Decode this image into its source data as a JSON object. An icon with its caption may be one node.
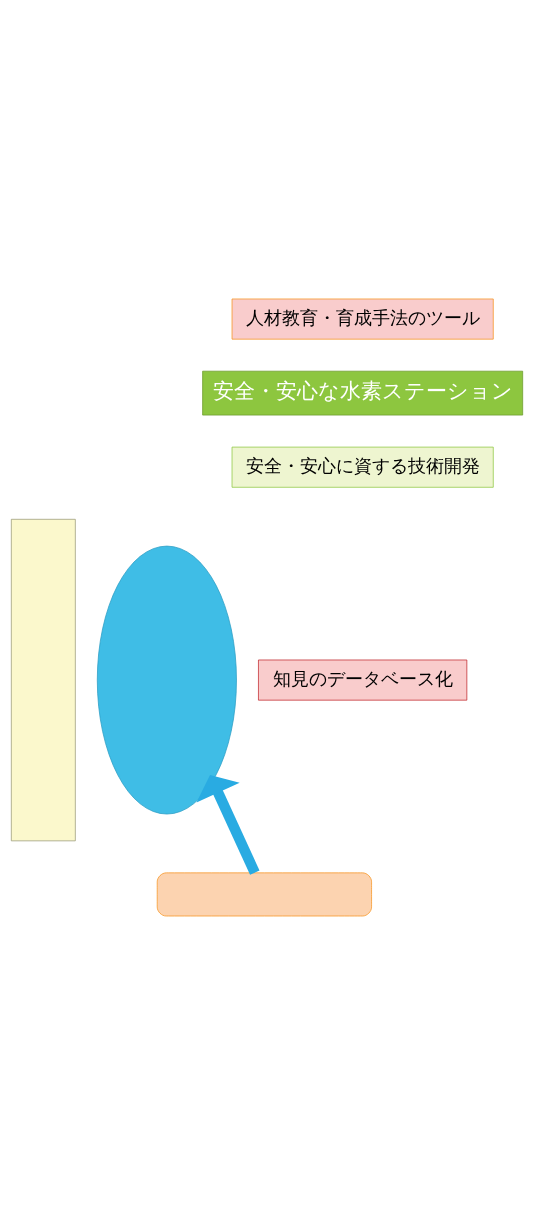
{
  "diagram": {
    "nodes": [
      {
        "text": [],
        "shape": "box"
      },
      {
        "text": [],
        "shape": "ellipse"
      },
      {
        "text": [
          "人材教育・育成手法のツール"
        ]
      },
      {
        "text": [
          "安全・安心な水素ステーション"
        ]
      },
      {
        "text": [
          "知見のデータベース化"
        ]
      },
      {
        "text": [
          "安全・安心に資する技術開発"
        ]
      },
      {
        "text": [],
        "shape": "box"
      }
    ],
    "edges": [
      {
        "from": 6,
        "to": 1,
        "arrow": "to",
        "color": "#29abe2"
      }
    ]
  }
}
